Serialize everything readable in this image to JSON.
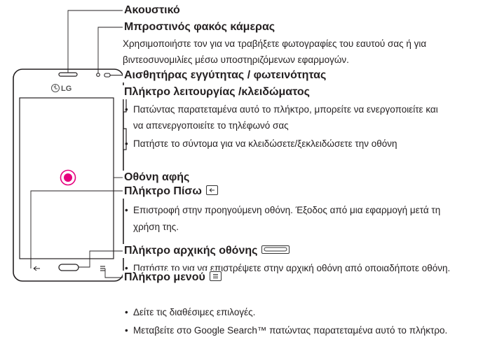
{
  "phone": {
    "brand": "LG"
  },
  "labels": {
    "earpiece": "Ακουστικό",
    "front_camera": "Μπροστινός φακός κάμερας",
    "front_camera_desc_1": "Χρησιμοποιήστε τον για να τραβήξετε φωτογραφίες του εαυτού σας ή για",
    "front_camera_desc_2": "βιντεοσυνομιλίες μέσω υποστηριζόμενων εφαρμογών.",
    "proximity_sensor": "Αισθητήρας εγγύτητας / φωτεινότητας",
    "power_key": "Πλήκτρο λειτουργίας /κλειδώματος",
    "power_bullet_1_line_1": "Πατώντας παρατεταμένα αυτό το πλήκτρο, μπορείτε να ενεργοποιείτε και",
    "power_bullet_1_line_2": "να απενεργοποιείτε το τηλέφωνό σας",
    "power_bullet_2": "Πατήστε το σύντομα για να κλειδώσετε/ξεκλειδώσετε την οθόνη",
    "touchscreen": "Οθόνη αφής",
    "back_key": "Πλήκτρο Πίσω",
    "back_bullet_line_1": "Επιστροφή στην προηγούμενη οθόνη. Έξοδος από μια εφαρμογή μετά τη",
    "back_bullet_line_2": "χρήση της.",
    "home_key": "Πλήκτρο αρχικής οθόνης",
    "home_bullet": "Πατήστε το για να επιστρέψετε στην αρχική οθόνη από οποιαδήποτε οθόνη.",
    "menu_key": "Πλήκτρο μενού",
    "menu_bullet_1": "Δείτε τις διαθέσιμες επιλογές.",
    "menu_bullet_2": "Μεταβείτε στο Google Search™ πατώντας παρατεταμένα αυτό το πλήκτρο."
  },
  "colors": {
    "ink": "#231f20",
    "touch_marker": "#e6007e"
  }
}
